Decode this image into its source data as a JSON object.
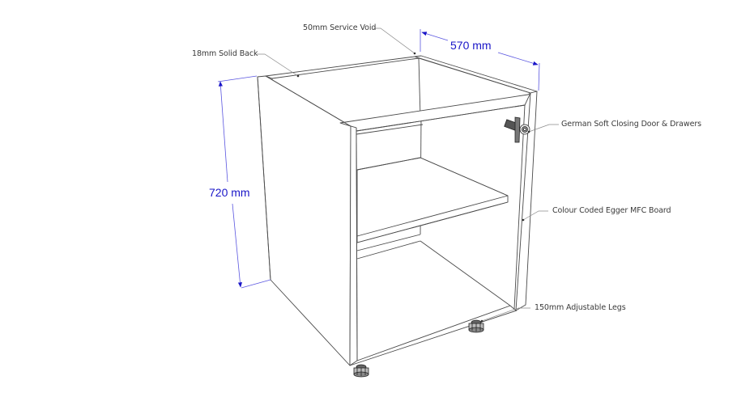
{
  "diagram": {
    "subject": "Base cabinet carcass (isometric line drawing)",
    "dimensions": {
      "depth": "570 mm",
      "height": "720 mm"
    },
    "callouts": [
      {
        "id": "service-void",
        "text": "50mm Service Void"
      },
      {
        "id": "solid-back",
        "text": "18mm Solid Back"
      },
      {
        "id": "soft-close-hinge",
        "text": "German Soft Closing Door & Drawers"
      },
      {
        "id": "mfc-board",
        "text": "Colour Coded Egger MFC Board"
      },
      {
        "id": "adjustable-legs",
        "text": "150mm Adjustable Legs"
      }
    ],
    "colors": {
      "dimension": "#1a16c8",
      "line": "#4a4a4a",
      "leader": "#8a8a8a",
      "label_text": "#3a3a3a",
      "background": "#ffffff"
    }
  }
}
